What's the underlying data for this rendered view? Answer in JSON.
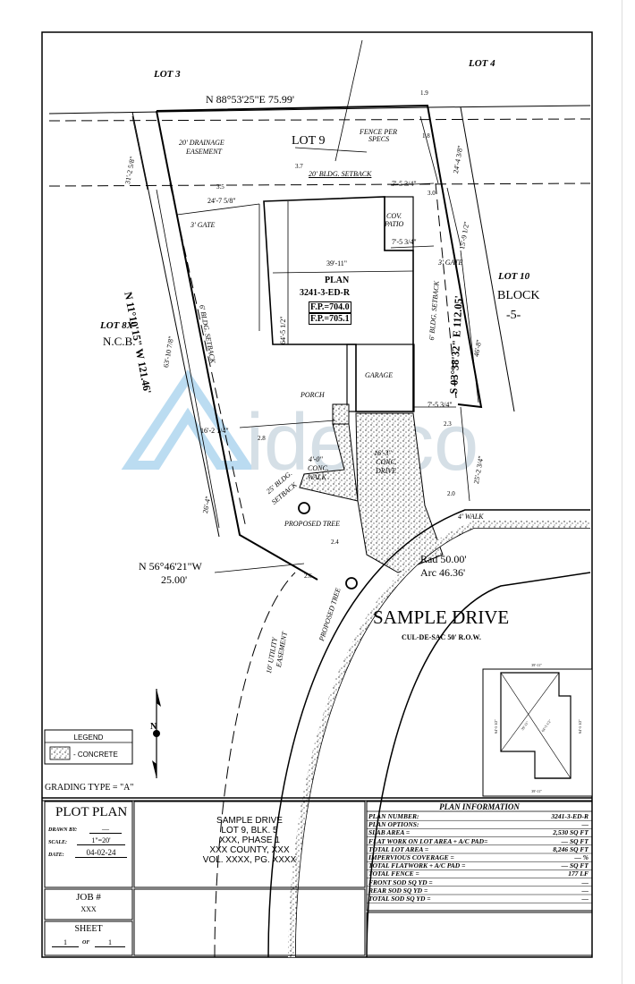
{
  "lots": {
    "lot3": "LOT 3",
    "lot4": "LOT 4",
    "lot9": "LOT 9",
    "lot10": "LOT 10",
    "block": "BLOCK",
    "block_num": "-5-",
    "lot8x": "LOT 8X",
    "ncb": "N.C.B."
  },
  "bearings": {
    "north": "N 88°53'25\"E 75.99'",
    "west": "N 11°10'15\" W 121.46'",
    "east": "S 03°38'32\" E 112.05'",
    "sw": "N 56°46'21\"W",
    "sw_len": "25.00'",
    "rad": "Rad 50.00'",
    "arc": "Arc 46.36'"
  },
  "notes": {
    "drainage1": "20' DRAINAGE",
    "drainage2": "EASEMENT",
    "fence1": "FENCE PER",
    "fence2": "SPECS",
    "bldg_setback_20": "20' BLDG. SETBACK",
    "gate_left": "3' GATE",
    "gate_right": "3' GATE",
    "setback_6_left": "6' BLDG. SETBACK",
    "setback_6_right": "6' BLDG. SETBACK",
    "setback_25_1": "25' BLDG.",
    "setback_25_2": "SETBACK",
    "proposed_tree": "PROPOSED TREE",
    "proposed_tree2": "PROPOSED TREE",
    "utility1": "10' UTILITY",
    "utility2": "EASEMENT",
    "cov1": "COV.",
    "cov2": "PATIO",
    "garage": "GARAGE",
    "porch": "PORCH",
    "conc_walk1": "4'-0\"",
    "conc_walk2": "CONC.",
    "conc_walk3": "WALK",
    "drive1": "16'-3\"",
    "drive2": "CONC.",
    "drive3": "DRIVE",
    "walk": "4' WALK",
    "street": "SAMPLE DRIVE",
    "street_sub": "CUL-DE-SAC 50' R.O.W."
  },
  "plan": {
    "title": "PLAN",
    "number": "3241-3-ED-R",
    "fp1": "F.P.=704.0",
    "fp2": "F.P.=705.1"
  },
  "dims": {
    "d_north_left": "31'-2 5/8\"",
    "d_north_right": "24'-4 3/8\"",
    "d_24_7": "24'-7 5/8\"",
    "d_7_5a": "7'-5 3/4\"",
    "d_7_5b": "7'-5 3/4\"",
    "d_7_5c": "7'-5 3/4\"",
    "d_39_11": "39'-11\"",
    "d_64_5": "64'-5 1/2\"",
    "d_63_10": "63'-10 7/8\"",
    "d_15_9": "15'-9 1/2\"",
    "d_46_8": "46'-8\"",
    "d_16_2": "16'-2 1/4\"",
    "d_26_4": "26'-4\"",
    "d_25_2": "25'-2 3/4\""
  },
  "grades": [
    "1.9",
    "1.8",
    "3.7",
    "3.5",
    "3.0",
    "2.8",
    "2.3",
    "2.0",
    "2.4",
    "2.6"
  ],
  "legend": {
    "title": "LEGEND",
    "concrete": "- CONCRETE"
  },
  "north_arrow": "N",
  "grading_type": "GRADING TYPE = \"A\"",
  "inset": {
    "top": "39'-11\"",
    "bottom": "39'-11\"",
    "left": "64'-5 1/2\"",
    "right": "64'-5 1/2\"",
    "diag1": "39'-11\"",
    "diag2": "64'-5 1/2\""
  },
  "title_block": {
    "plot_plan": "PLOT PLAN",
    "drawn_by_label": "DRAWN BY:",
    "drawn_by_value": "—",
    "scale_label": "SCALE:",
    "scale_value": "1\"=20'",
    "date_label": "DATE:",
    "date_value": "04-02-24",
    "job_label": "JOB #",
    "job_value": "XXX",
    "sheet_label": "SHEET",
    "sheet_num": "1",
    "sheet_of": "OF",
    "sheet_total": "1",
    "address": [
      "SAMPLE DRIVE",
      "LOT 9, BLK. 5",
      "XXX, PHASE 1",
      "XXX COUNTY, XXX",
      "VOL. XXXX, PG. XXXX"
    ]
  },
  "plan_info": {
    "header": "PLAN INFORMATION",
    "rows": [
      {
        "label": "PLAN NUMBER:",
        "value": "3241-3-ED-R"
      },
      {
        "label": "PLAN OPTIONS:",
        "value": "—"
      },
      {
        "label": "SLAB AREA =",
        "value": "2,530 SQ FT"
      },
      {
        "label": "FLAT WORK ON LOT AREA + A/C PAD=",
        "value": "— SQ FT"
      },
      {
        "label": "TOTAL LOT AREA =",
        "value": "8,246 SQ FT"
      },
      {
        "label": "IMPERVIOUS COVERAGE =",
        "value": "— %"
      },
      {
        "label": "TOTAL FLATWORK + A/C PAD =",
        "value": "— SQ FT"
      },
      {
        "label": "TOTAL FENCE =",
        "value": "177 LF"
      },
      {
        "label": "FRONT SOD SQ YD =",
        "value": "—"
      },
      {
        "label": "REAR SOD SQ YD =",
        "value": "—"
      },
      {
        "label": "TOTAL SOD SQ YD =",
        "value": "—"
      }
    ]
  },
  "watermark": "idecco"
}
